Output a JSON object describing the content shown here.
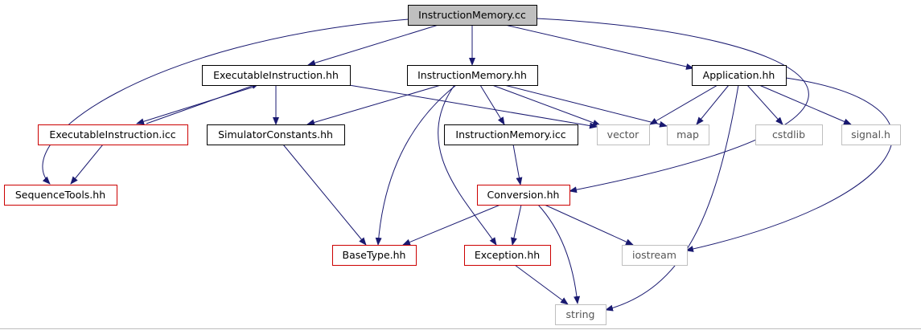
{
  "colors": {
    "edge": "#191970",
    "root_fill": "#bfbfbf",
    "border_black": "#000000",
    "border_red": "#cc0000",
    "border_gray": "#bfbfbf"
  },
  "nodes": [
    {
      "id": "instruction-memory-cc",
      "label": "InstructionMemory.cc",
      "style": "root"
    },
    {
      "id": "executable-instruction-hh",
      "label": "ExecutableInstruction.hh",
      "style": "black"
    },
    {
      "id": "instruction-memory-hh",
      "label": "InstructionMemory.hh",
      "style": "black"
    },
    {
      "id": "application-hh",
      "label": "Application.hh",
      "style": "black"
    },
    {
      "id": "executable-instruction-icc",
      "label": "ExecutableInstruction.icc",
      "style": "red"
    },
    {
      "id": "simulator-constants-hh",
      "label": "SimulatorConstants.hh",
      "style": "black"
    },
    {
      "id": "instruction-memory-icc",
      "label": "InstructionMemory.icc",
      "style": "black"
    },
    {
      "id": "vector",
      "label": "vector",
      "style": "gray"
    },
    {
      "id": "map",
      "label": "map",
      "style": "gray"
    },
    {
      "id": "cstdlib",
      "label": "cstdlib",
      "style": "gray"
    },
    {
      "id": "signal-h",
      "label": "signal.h",
      "style": "gray"
    },
    {
      "id": "sequence-tools-hh",
      "label": "SequenceTools.hh",
      "style": "red"
    },
    {
      "id": "conversion-hh",
      "label": "Conversion.hh",
      "style": "red"
    },
    {
      "id": "base-type-hh",
      "label": "BaseType.hh",
      "style": "red"
    },
    {
      "id": "exception-hh",
      "label": "Exception.hh",
      "style": "red"
    },
    {
      "id": "iostream",
      "label": "iostream",
      "style": "gray"
    },
    {
      "id": "string",
      "label": "string",
      "style": "gray"
    }
  ],
  "edges": [
    {
      "from": "instruction-memory-cc",
      "to": "executable-instruction-hh"
    },
    {
      "from": "instruction-memory-cc",
      "to": "instruction-memory-hh"
    },
    {
      "from": "instruction-memory-cc",
      "to": "application-hh"
    },
    {
      "from": "instruction-memory-cc",
      "to": "sequence-tools-hh"
    },
    {
      "from": "instruction-memory-cc",
      "to": "conversion-hh"
    },
    {
      "from": "executable-instruction-hh",
      "to": "executable-instruction-icc"
    },
    {
      "from": "executable-instruction-hh",
      "to": "simulator-constants-hh"
    },
    {
      "from": "executable-instruction-hh",
      "to": "vector"
    },
    {
      "from": "executable-instruction-icc",
      "to": "executable-instruction-hh"
    },
    {
      "from": "executable-instruction-icc",
      "to": "sequence-tools-hh"
    },
    {
      "from": "simulator-constants-hh",
      "to": "base-type-hh"
    },
    {
      "from": "instruction-memory-hh",
      "to": "simulator-constants-hh"
    },
    {
      "from": "instruction-memory-hh",
      "to": "instruction-memory-icc"
    },
    {
      "from": "instruction-memory-hh",
      "to": "vector"
    },
    {
      "from": "instruction-memory-hh",
      "to": "map"
    },
    {
      "from": "instruction-memory-hh",
      "to": "base-type-hh"
    },
    {
      "from": "instruction-memory-hh",
      "to": "exception-hh"
    },
    {
      "from": "instruction-memory-icc",
      "to": "conversion-hh"
    },
    {
      "from": "application-hh",
      "to": "vector"
    },
    {
      "from": "application-hh",
      "to": "map"
    },
    {
      "from": "application-hh",
      "to": "cstdlib"
    },
    {
      "from": "application-hh",
      "to": "signal-h"
    },
    {
      "from": "application-hh",
      "to": "iostream"
    },
    {
      "from": "application-hh",
      "to": "string"
    },
    {
      "from": "conversion-hh",
      "to": "base-type-hh"
    },
    {
      "from": "conversion-hh",
      "to": "exception-hh"
    },
    {
      "from": "conversion-hh",
      "to": "iostream"
    },
    {
      "from": "conversion-hh",
      "to": "string"
    },
    {
      "from": "exception-hh",
      "to": "string"
    }
  ]
}
